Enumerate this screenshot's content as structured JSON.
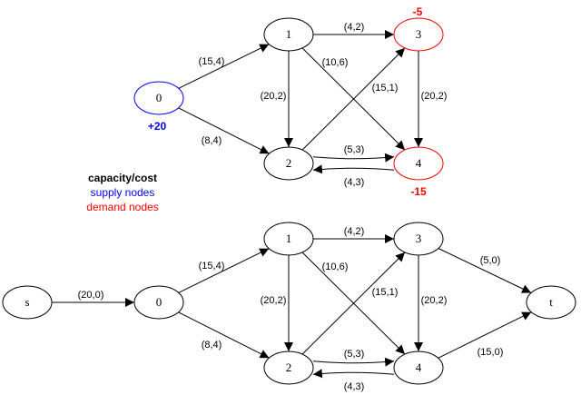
{
  "colors": {
    "edge": "#000000",
    "supply": "#0000ff",
    "demand": "#ff0000",
    "default_node": "#000000"
  },
  "legend": {
    "title": "capacity/cost",
    "supply": "supply nodes",
    "demand": "demand nodes"
  },
  "top_graph": {
    "nodes": [
      {
        "id": "0",
        "label": "0",
        "kind": "supply",
        "balance": "+20"
      },
      {
        "id": "1",
        "label": "1",
        "kind": "default",
        "balance": ""
      },
      {
        "id": "2",
        "label": "2",
        "kind": "default",
        "balance": ""
      },
      {
        "id": "3",
        "label": "3",
        "kind": "demand",
        "balance": "-5"
      },
      {
        "id": "4",
        "label": "4",
        "kind": "demand",
        "balance": "-15"
      }
    ],
    "edges": [
      {
        "from": "0",
        "to": "1",
        "label": "(15,4)"
      },
      {
        "from": "0",
        "to": "2",
        "label": "(8,4)"
      },
      {
        "from": "1",
        "to": "3",
        "label": "(4,2)"
      },
      {
        "from": "1",
        "to": "4",
        "label": "(10,6)"
      },
      {
        "from": "1",
        "to": "2",
        "label": "(20,2)"
      },
      {
        "from": "2",
        "to": "3",
        "label": "(15,1)"
      },
      {
        "from": "3",
        "to": "4",
        "label": "(20,2)"
      },
      {
        "from": "2",
        "to": "4",
        "label": "(5,3)"
      },
      {
        "from": "4",
        "to": "2",
        "label": "(4,3)"
      }
    ]
  },
  "bottom_graph": {
    "nodes": [
      {
        "id": "s",
        "label": "s"
      },
      {
        "id": "0",
        "label": "0"
      },
      {
        "id": "1",
        "label": "1"
      },
      {
        "id": "2",
        "label": "2"
      },
      {
        "id": "3",
        "label": "3"
      },
      {
        "id": "4",
        "label": "4"
      },
      {
        "id": "t",
        "label": "t"
      }
    ],
    "edges": [
      {
        "from": "s",
        "to": "0",
        "label": "(20,0)"
      },
      {
        "from": "0",
        "to": "1",
        "label": "(15,4)"
      },
      {
        "from": "0",
        "to": "2",
        "label": "(8,4)"
      },
      {
        "from": "1",
        "to": "3",
        "label": "(4,2)"
      },
      {
        "from": "1",
        "to": "4",
        "label": "(10,6)"
      },
      {
        "from": "1",
        "to": "2",
        "label": "(20,2)"
      },
      {
        "from": "2",
        "to": "3",
        "label": "(15,1)"
      },
      {
        "from": "3",
        "to": "4",
        "label": "(20,2)"
      },
      {
        "from": "2",
        "to": "4",
        "label": "(5,3)"
      },
      {
        "from": "4",
        "to": "2",
        "label": "(4,3)"
      },
      {
        "from": "3",
        "to": "t",
        "label": "(5,0)"
      },
      {
        "from": "4",
        "to": "t",
        "label": "(15,0)"
      }
    ]
  }
}
